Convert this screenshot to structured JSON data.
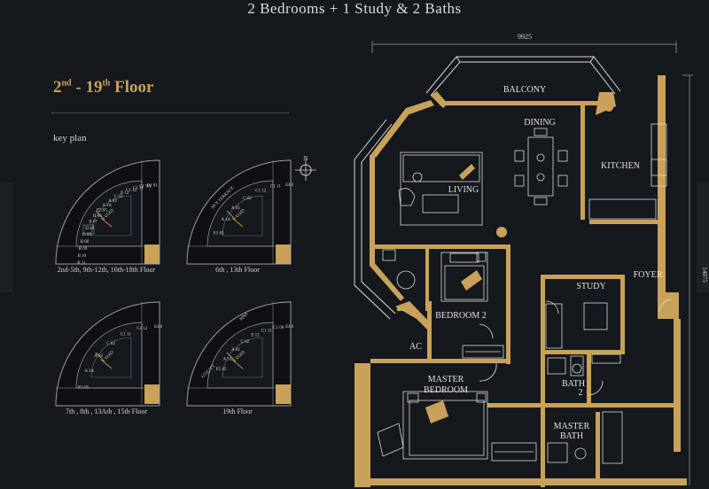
{
  "title": "2 Bedrooms + 1 Study & 2 Baths",
  "floor_heading": {
    "num1": "2",
    "sup1": "nd",
    "dash": " - ",
    "num2": "19",
    "sup2": "th",
    "word": " Floor"
  },
  "key_plan_label": "key plan",
  "key_plans": [
    {
      "caption": "2nd-5th, 9th-12th, 16th-18th Floor"
    },
    {
      "caption": "6th , 13th Floor"
    },
    {
      "caption": "7th , 8th , 13Ath , 15th Floor"
    },
    {
      "caption": "19th Floor"
    }
  ],
  "key_plan_units": {
    "a": [
      "B 11",
      "B 10",
      "B 09",
      "B 08",
      "D 09",
      "D 08",
      "B 07",
      "B 06",
      "E5 05",
      "A 3A",
      "A 03",
      "C 02",
      "E 12",
      "C1 12",
      "C1 11",
      "C1 9A",
      "E4 01",
      "VOID"
    ],
    "b": [
      "SKY TERRACE",
      "VOID",
      "E5 05",
      "A 3A",
      "A 03",
      "C 02",
      "C1 12",
      "C1 11",
      "E4 01"
    ],
    "c": [
      "VOID",
      "E5 05",
      "A 3A",
      "A 03",
      "C 02",
      "C1 11",
      "C1 12",
      "E4 01"
    ],
    "d": [
      "M&E",
      "UTILITY",
      "VOID",
      "E5 05",
      "A 3A",
      "A 03",
      "C 02",
      "E 12",
      "C1 11",
      "C1 08",
      "E4 01"
    ]
  },
  "dimensions": {
    "width": "9925",
    "height": "14075"
  },
  "rooms": {
    "balcony": "BALCONY",
    "dining": "DINING",
    "kitchen": "KITCHEN",
    "living": "LIVING",
    "foyer": "FOYER",
    "study": "STUDY",
    "bedroom2": "BEDROOM 2",
    "ac": "AC",
    "master_bedroom_1": "MASTER",
    "master_bedroom_2": "BEDROOM",
    "bath2_1": "BATH",
    "bath2_2": "2",
    "master_bath_1": "MASTER",
    "master_bath_2": "BATH"
  },
  "colors": {
    "background": "#15181c",
    "wall": "#c9a15a",
    "line": "#d8d8d8",
    "text": "#cfd2d4"
  }
}
